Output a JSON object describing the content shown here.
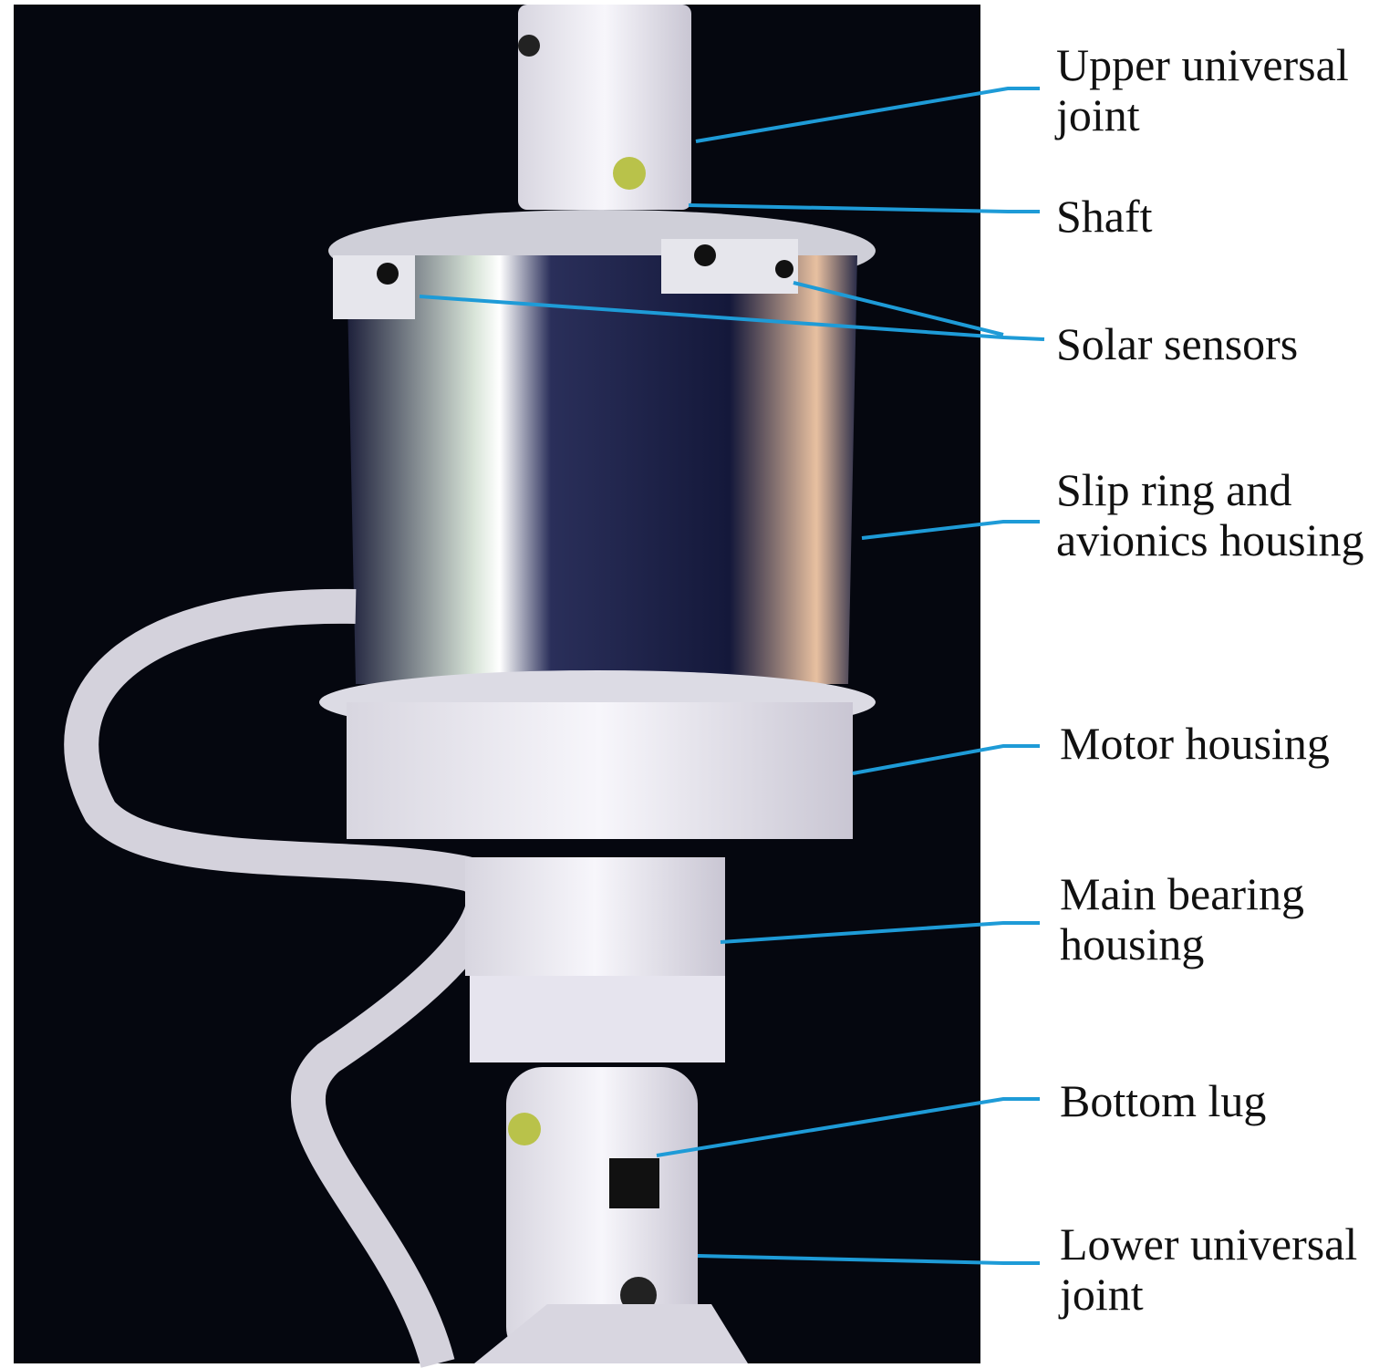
{
  "labels": [
    {
      "id": "upper-universal-joint",
      "text": "Upper universal\njoint"
    },
    {
      "id": "shaft",
      "text": "Shaft"
    },
    {
      "id": "solar-sensors",
      "text": "Solar sensors"
    },
    {
      "id": "slip-ring",
      "text": "Slip ring and\navionics housing"
    },
    {
      "id": "motor-housing",
      "text": "Motor housing"
    },
    {
      "id": "main-bearing",
      "text": "Main bearing\nhousing"
    },
    {
      "id": "bottom-lug",
      "text": "Bottom lug"
    },
    {
      "id": "lower-universal-joint",
      "text": "Lower universal\njoint"
    }
  ],
  "colors": {
    "leader": "#1e9bd7",
    "background": "#05070f",
    "housing": "#e8e6ee"
  }
}
